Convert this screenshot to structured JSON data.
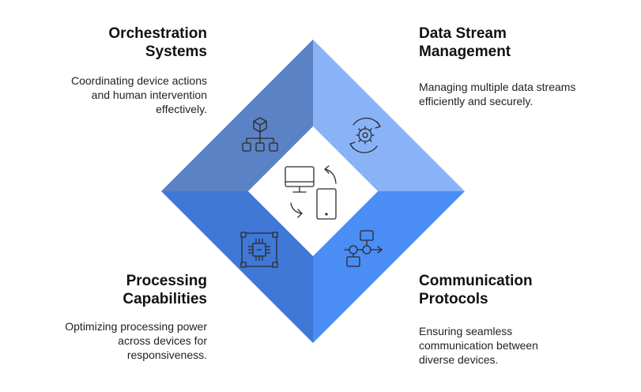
{
  "quadrants": {
    "orchestration": {
      "title": "Orchestration\nSystems",
      "description": "Coordinating device actions\nand human intervention\neffectively.",
      "icon": "hierarchy-icon",
      "color": "#5b82c4"
    },
    "data_stream": {
      "title": "Data Stream\nManagement",
      "description": "Managing multiple data streams\nefficiently and securely.",
      "icon": "gear-cycle-icon",
      "color": "#8ab3f7"
    },
    "processing": {
      "title": "Processing\nCapabilities",
      "description": "Optimizing processing power\nacross devices for\nresponsiveness.",
      "icon": "processor-chip-icon",
      "color": "#3f78d6"
    },
    "communication": {
      "title": "Communication\nProtocols",
      "description": "Ensuring seamless\ncommunication between\ndiverse devices.",
      "icon": "flowchart-icon",
      "color": "#4a8df5"
    }
  },
  "center": {
    "icon": "device-sync-icon",
    "color": "#ffffff"
  }
}
